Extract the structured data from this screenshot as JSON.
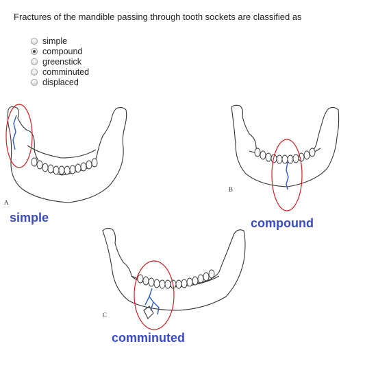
{
  "question": "Fractures of the mandible passing through tooth sockets are classified as",
  "options": [
    {
      "label": "simple",
      "selected": false
    },
    {
      "label": "compound",
      "selected": true
    },
    {
      "label": "greenstick",
      "selected": false
    },
    {
      "label": "comminuted",
      "selected": false
    },
    {
      "label": "displaced",
      "selected": false
    }
  ],
  "figure": {
    "panel_a": {
      "letter": "A",
      "caption": "simple"
    },
    "panel_b": {
      "letter": "B",
      "caption": "compound"
    },
    "panel_c": {
      "letter": "C",
      "caption": "comminuted"
    },
    "colors": {
      "caption": "#3a4bc3",
      "circle": "#cc1f1f",
      "fracture": "#2a5dbd"
    }
  }
}
